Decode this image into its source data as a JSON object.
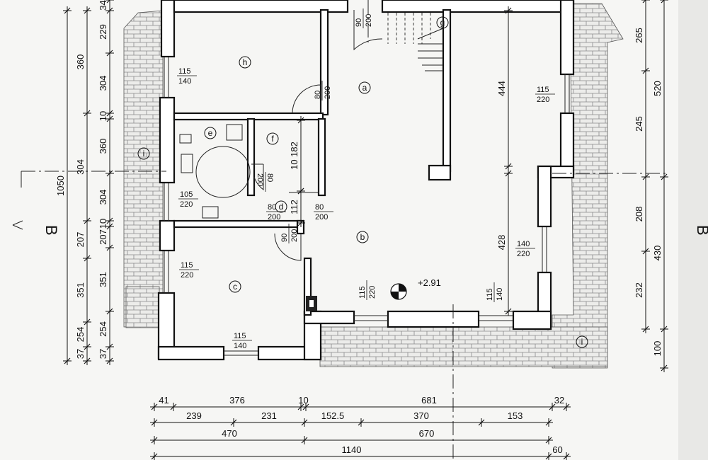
{
  "rooms": [
    {
      "id": "h",
      "label": "h"
    },
    {
      "id": "a",
      "label": "a"
    },
    {
      "id": "g",
      "label": "g"
    },
    {
      "id": "e",
      "label": "e"
    },
    {
      "id": "f",
      "label": "f"
    },
    {
      "id": "d",
      "label": "d"
    },
    {
      "id": "b",
      "label": "b"
    },
    {
      "id": "c",
      "label": "c"
    },
    {
      "id": "i_left",
      "label": "i"
    },
    {
      "id": "i_right",
      "label": "i"
    }
  ],
  "openings": [
    {
      "id": "win-h",
      "w": "115",
      "h": "140"
    },
    {
      "id": "win-e",
      "w": "105",
      "h": "220"
    },
    {
      "id": "win-c",
      "w": "115",
      "h": "220"
    },
    {
      "id": "win-c-bottom",
      "w": "115",
      "h": "140"
    },
    {
      "id": "win-right-top",
      "w": "115",
      "h": "220"
    },
    {
      "id": "win-right-mid",
      "w": "140",
      "h": "220"
    },
    {
      "id": "win-bottom-mid",
      "w": "115",
      "h": "220"
    },
    {
      "id": "win-bottom-right",
      "w": "115",
      "h": "140"
    },
    {
      "id": "door-entrance",
      "w": "90",
      "h": "200"
    },
    {
      "id": "door-h",
      "w": "80",
      "h": "200"
    },
    {
      "id": "door-bath",
      "w": "80",
      "h": "200"
    },
    {
      "id": "door-f",
      "w": "80",
      "h": "200"
    },
    {
      "id": "door-f-inner",
      "w": "80",
      "h": "200"
    },
    {
      "id": "door-c",
      "w": "90",
      "h": "200"
    }
  ],
  "level_mark": "+2.91",
  "section_marker": "B",
  "left_dims": {
    "outer_total": "1050",
    "mid": [
      "360",
      "304",
      "207",
      "351",
      "254",
      "37"
    ],
    "inner": [
      "34",
      "229",
      "304",
      "10",
      "360",
      "304",
      "10",
      "207",
      "351",
      "254",
      "37"
    ]
  },
  "right_dims": {
    "outer": [
      "520",
      "430",
      "100"
    ],
    "inner": [
      "265",
      "245",
      "208",
      "232"
    ],
    "room_a": "444",
    "room_b": "428"
  },
  "inner_dims": [
    "10",
    "182",
    "112"
  ],
  "bottom_dims": {
    "row1": [
      "41",
      "376",
      "10",
      "681",
      "32"
    ],
    "row2": [
      "239",
      "231",
      "152.5",
      "370",
      "153"
    ],
    "row3": [
      "470",
      "670"
    ],
    "row4": [
      "1140",
      "60"
    ]
  }
}
